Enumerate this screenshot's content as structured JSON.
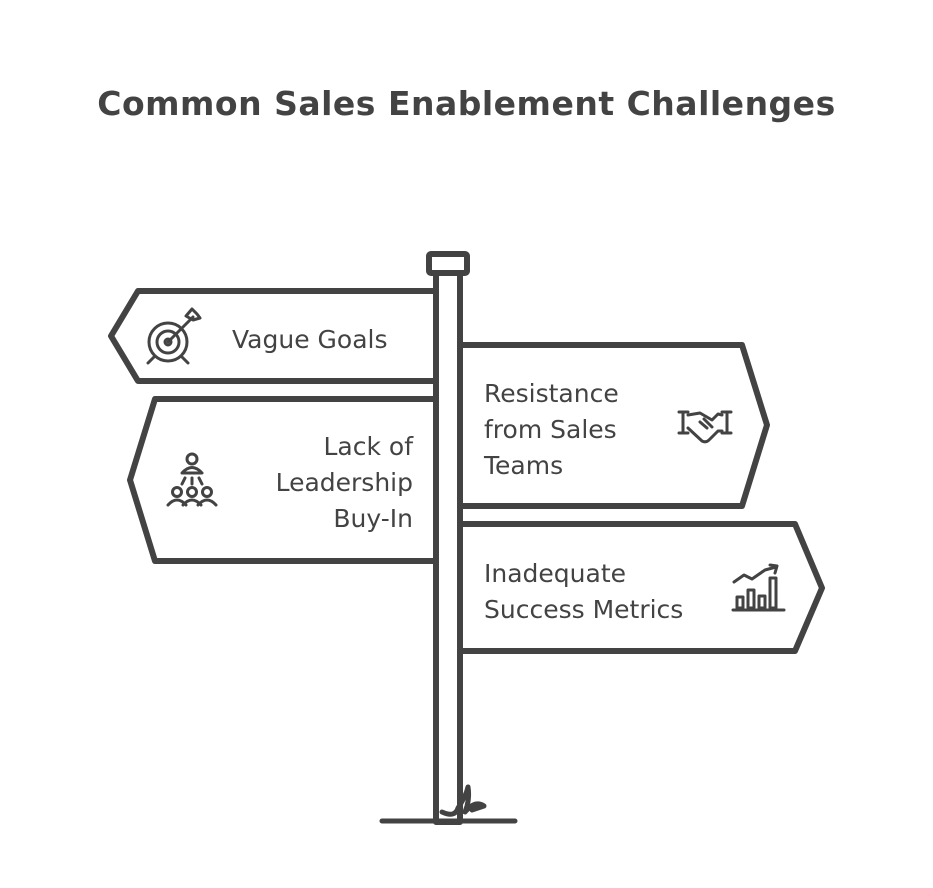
{
  "title": "Common Sales Enablement Challenges",
  "colors": {
    "stroke": "#434343",
    "background": "#ffffff",
    "sign_fill": "#ffffff"
  },
  "signs": [
    {
      "id": "vague-goals",
      "label": "Vague Goals",
      "side": "left",
      "icon": "target-icon"
    },
    {
      "id": "resistance",
      "label": "Resistance\nfrom Sales\nTeams",
      "side": "right",
      "icon": "handshake-icon"
    },
    {
      "id": "leadership",
      "label": "Lack of\nLeadership\nBuy-In",
      "side": "left",
      "icon": "leader-group-icon"
    },
    {
      "id": "metrics",
      "label": "Inadequate\nSuccess Metrics",
      "side": "right",
      "icon": "growth-chart-icon"
    }
  ]
}
